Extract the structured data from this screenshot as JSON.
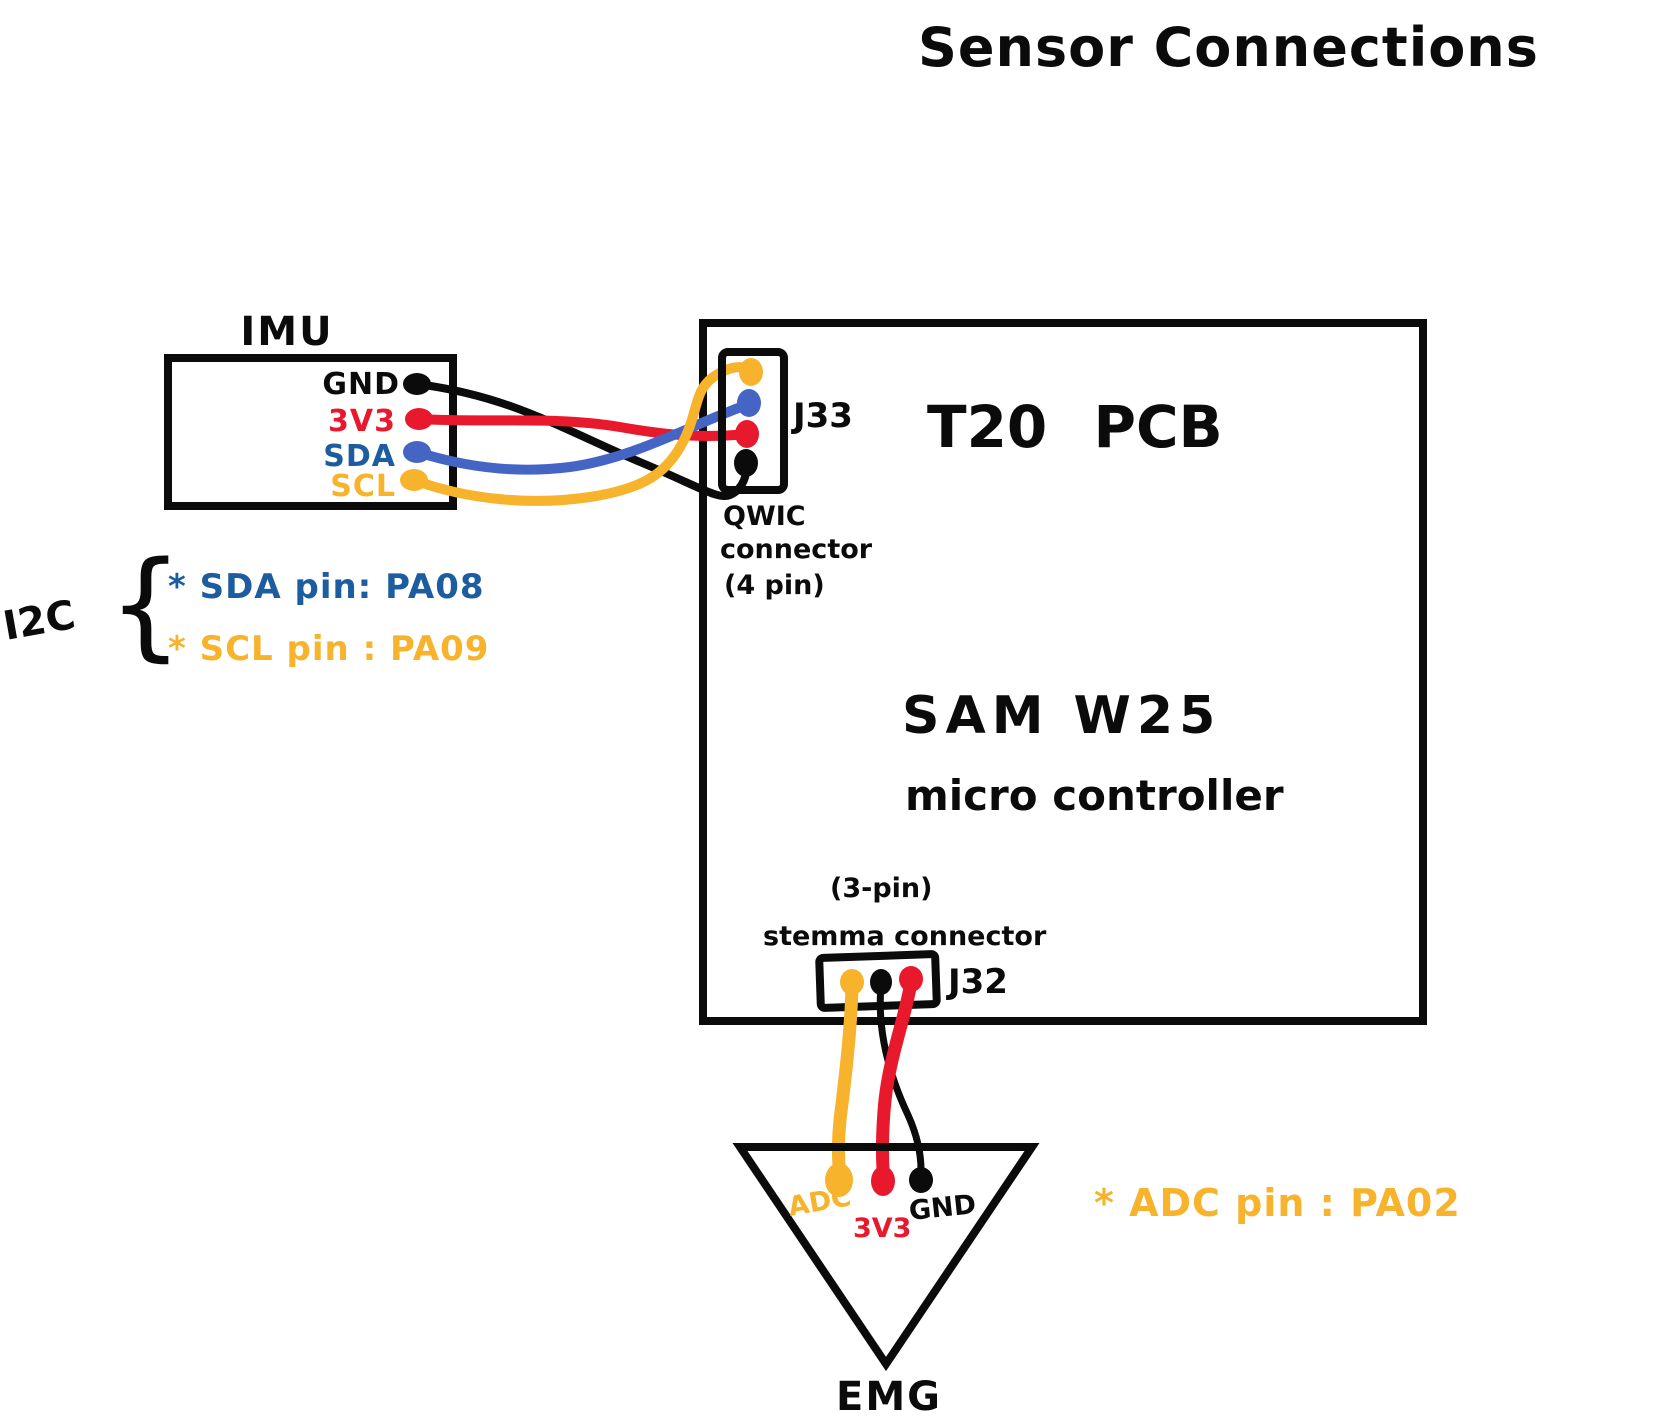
{
  "title": "Sensor Connections",
  "colors": {
    "yellow": "#f6b32b",
    "red": "#e8192c",
    "wire_blue": "#4565c5",
    "text_blue": "#1d5c9e",
    "black": "#0b0b0b"
  },
  "imu": {
    "label": "IMU",
    "pins": [
      {
        "name": "GND",
        "color": "black"
      },
      {
        "name": "3V3",
        "color": "red"
      },
      {
        "name": "SDA",
        "color": "blue"
      },
      {
        "name": "SCL",
        "color": "yellow"
      }
    ]
  },
  "pcb": {
    "label": "T20 PCB",
    "chip_line1": "SAM W25",
    "chip_line2": "micro controller",
    "qwic": {
      "ref": "J33",
      "caption_line1": "QWIC",
      "caption_line2": "connector",
      "caption_line3": "(4 pin)"
    },
    "stemma": {
      "ref": "J32",
      "caption_line1": "(3-pin)",
      "caption_line2": "stemma connector"
    }
  },
  "emg": {
    "label": "EMG",
    "pins": [
      {
        "name": "ADC",
        "color": "yellow"
      },
      {
        "name": "3V3",
        "color": "red"
      },
      {
        "name": "GND",
        "color": "black"
      }
    ]
  },
  "notes": {
    "i2c_label": "I2C",
    "brace": "{",
    "sda_note": "* SDA pin: PA08",
    "scl_note": "* SCL pin : PA09",
    "adc_note": "* ADC pin : PA02"
  }
}
